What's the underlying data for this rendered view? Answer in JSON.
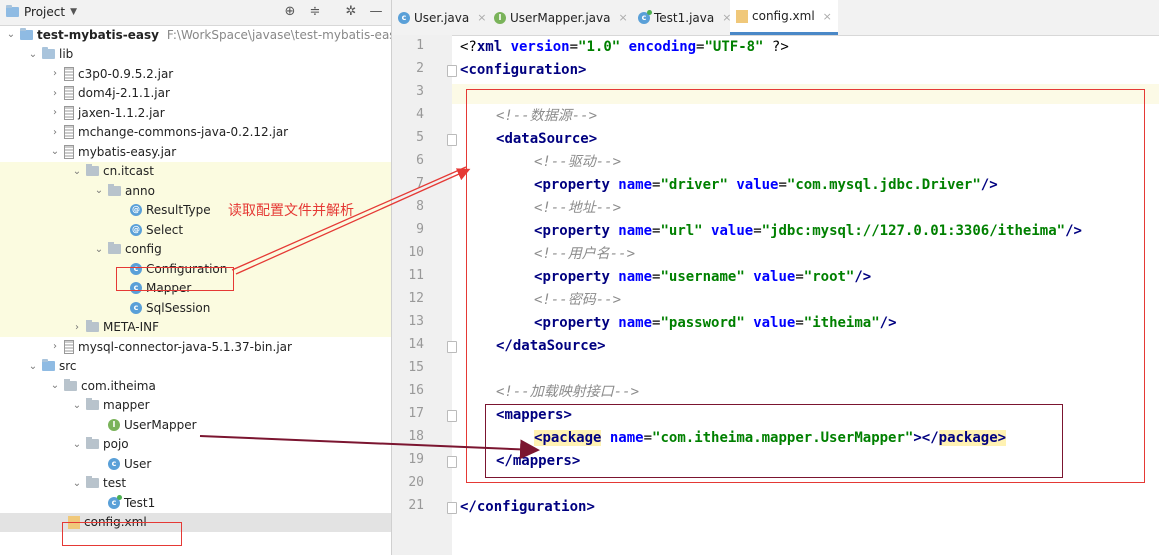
{
  "project": {
    "title": "Project",
    "header_icons": [
      "globe-icon",
      "collapse-icon",
      "gear-icon",
      "minimize-icon"
    ]
  },
  "tree": [
    {
      "label": "test-mybatis-easy",
      "path": "F:\\WorkSpace\\javase\\test-mybatis-easy",
      "icon": "folder-icon",
      "expanded": true,
      "bold": true
    },
    {
      "label": "lib",
      "icon": "folder-icon",
      "expanded": true
    },
    {
      "label": "c3p0-0.9.5.2.jar",
      "icon": "jar-icon",
      "expanded": false
    },
    {
      "label": "dom4j-2.1.1.jar",
      "icon": "jar-icon",
      "expanded": false
    },
    {
      "label": "jaxen-1.1.2.jar",
      "icon": "jar-icon",
      "expanded": false
    },
    {
      "label": "mchange-commons-java-0.2.12.jar",
      "icon": "jar-icon",
      "expanded": false
    },
    {
      "label": "mybatis-easy.jar",
      "icon": "jar-icon",
      "expanded": true
    },
    {
      "label": "cn.itcast",
      "icon": "package-icon",
      "expanded": true
    },
    {
      "label": "anno",
      "icon": "package-icon",
      "expanded": true
    },
    {
      "label": "ResultType",
      "icon": "annotation-icon"
    },
    {
      "label": "Select",
      "icon": "annotation-icon"
    },
    {
      "label": "config",
      "icon": "package-icon",
      "expanded": true
    },
    {
      "label": "Configuration",
      "icon": "class-icon"
    },
    {
      "label": "Mapper",
      "icon": "class-icon"
    },
    {
      "label": "SqlSession",
      "icon": "class-icon"
    },
    {
      "label": "META-INF",
      "icon": "package-icon",
      "expanded": false
    },
    {
      "label": "mysql-connector-java-5.1.37-bin.jar",
      "icon": "jar-icon",
      "expanded": false
    },
    {
      "label": "src",
      "icon": "source-folder-icon",
      "expanded": true
    },
    {
      "label": "com.itheima",
      "icon": "package-icon",
      "expanded": true
    },
    {
      "label": "mapper",
      "icon": "package-icon",
      "expanded": true
    },
    {
      "label": "UserMapper",
      "icon": "interface-icon"
    },
    {
      "label": "pojo",
      "icon": "package-icon",
      "expanded": true
    },
    {
      "label": "User",
      "icon": "class-icon"
    },
    {
      "label": "test",
      "icon": "package-icon",
      "expanded": true
    },
    {
      "label": "Test1",
      "icon": "test-class-icon"
    },
    {
      "label": "config.xml",
      "icon": "xml-file-icon"
    }
  ],
  "annotation": {
    "label": "读取配置文件并解析"
  },
  "tabs": [
    {
      "label": "User.java",
      "icon": "class-icon",
      "active": false
    },
    {
      "label": "UserMapper.java",
      "icon": "interface-icon",
      "active": false
    },
    {
      "label": "Test1.java",
      "icon": "test-class-icon",
      "active": false
    },
    {
      "label": "config.xml",
      "icon": "xml-file-icon",
      "active": true
    }
  ],
  "editor": {
    "line_numbers": [
      "1",
      "2",
      "3",
      "4",
      "5",
      "6",
      "7",
      "8",
      "9",
      "10",
      "11",
      "12",
      "13",
      "14",
      "15",
      "16",
      "17",
      "18",
      "19",
      "20",
      "21"
    ],
    "lines": {
      "l1": {
        "a": "<?",
        "b": "xml ",
        "c": "version",
        "d": "=",
        "e": "\"1.0\"",
        "f": " encoding",
        "g": "=",
        "h": "\"UTF-8\"",
        "i": " ?>"
      },
      "l2": {
        "a": "<",
        "b": "configuration",
        "c": ">"
      },
      "l4": "<!--数据源-->",
      "l5": {
        "a": "<",
        "b": "dataSource",
        "c": ">"
      },
      "l6": "<!--驱动-->",
      "l7": {
        "a": "<",
        "b": "property",
        "c": " name",
        "d": "=",
        "e": "\"driver\"",
        "f": " value",
        "g": "=",
        "h": "\"com.mysql.jdbc.Driver\"",
        "i": "/>"
      },
      "l8": "<!--地址-->",
      "l9": {
        "a": "<",
        "b": "property",
        "c": " name",
        "d": "=",
        "e": "\"url\"",
        "f": " value",
        "g": "=",
        "h": "\"jdbc:mysql://127.0.01:3306/itheima\"",
        "i": "/>"
      },
      "l10": "<!--用户名-->",
      "l11": {
        "a": "<",
        "b": "property",
        "c": " name",
        "d": "=",
        "e": "\"username\"",
        "f": " value",
        "g": "=",
        "h": "\"root\"",
        "i": "/>"
      },
      "l12": "<!--密码-->",
      "l13": {
        "a": "<",
        "b": "property",
        "c": " name",
        "d": "=",
        "e": "\"password\"",
        "f": " value",
        "g": "=",
        "h": "\"itheima\"",
        "i": "/>"
      },
      "l14": {
        "a": "</",
        "b": "dataSource",
        "c": ">"
      },
      "l16": "<!--加载映射接口-->",
      "l17": {
        "a": "<",
        "b": "mappers",
        "c": ">"
      },
      "l18": {
        "a": "<",
        "b": "package",
        "c": " name",
        "d": "=",
        "e": "\"com.itheima.mapper.UserMapper\"",
        "f": "></",
        "g": "package",
        "h": ">"
      },
      "l19": {
        "a": "</",
        "b": "mappers",
        "c": ">"
      },
      "l21": {
        "a": "</",
        "b": "configuration",
        "c": ">"
      }
    }
  },
  "colors": {
    "annotation_red": "#e53935",
    "annotation_dark": "#7b1530",
    "xml_tag": "#000080",
    "xml_attr": "#0000ff",
    "xml_value": "#008000",
    "comment": "#8c8c8c"
  }
}
